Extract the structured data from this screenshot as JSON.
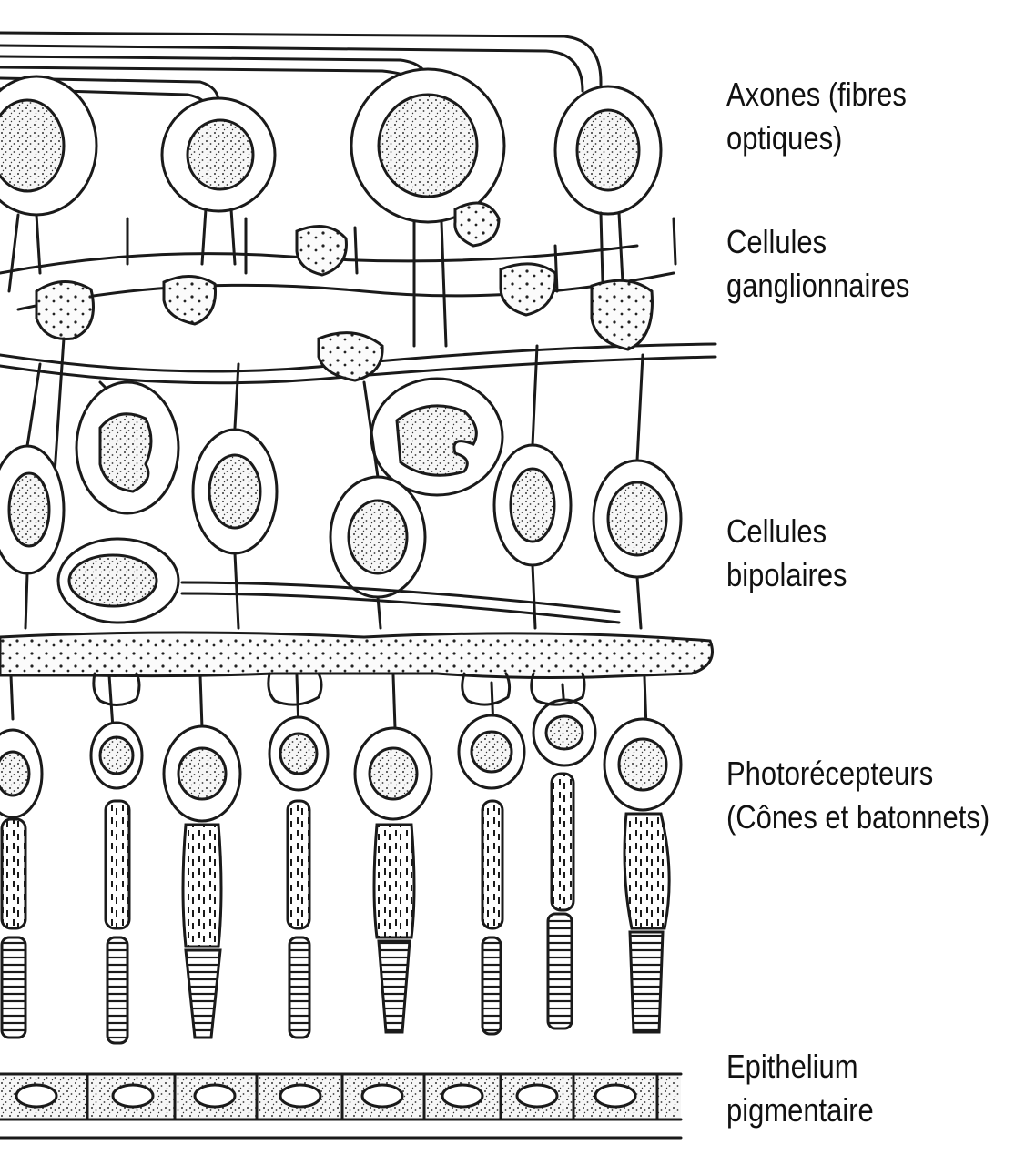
{
  "labels": {
    "axones": [
      "Axones (fibres",
      "optiques)"
    ],
    "ganglion": [
      "Cellules",
      "ganglionnaires"
    ],
    "bipolar": [
      "Cellules",
      "bipolaires"
    ],
    "photo": [
      "Photorécepteurs",
      "(Cônes et batonnets)"
    ],
    "epith": [
      "Epithelium",
      "pigmentaire"
    ]
  },
  "colors": {
    "ink": "#1a1a1a",
    "paper": "#ffffff"
  }
}
